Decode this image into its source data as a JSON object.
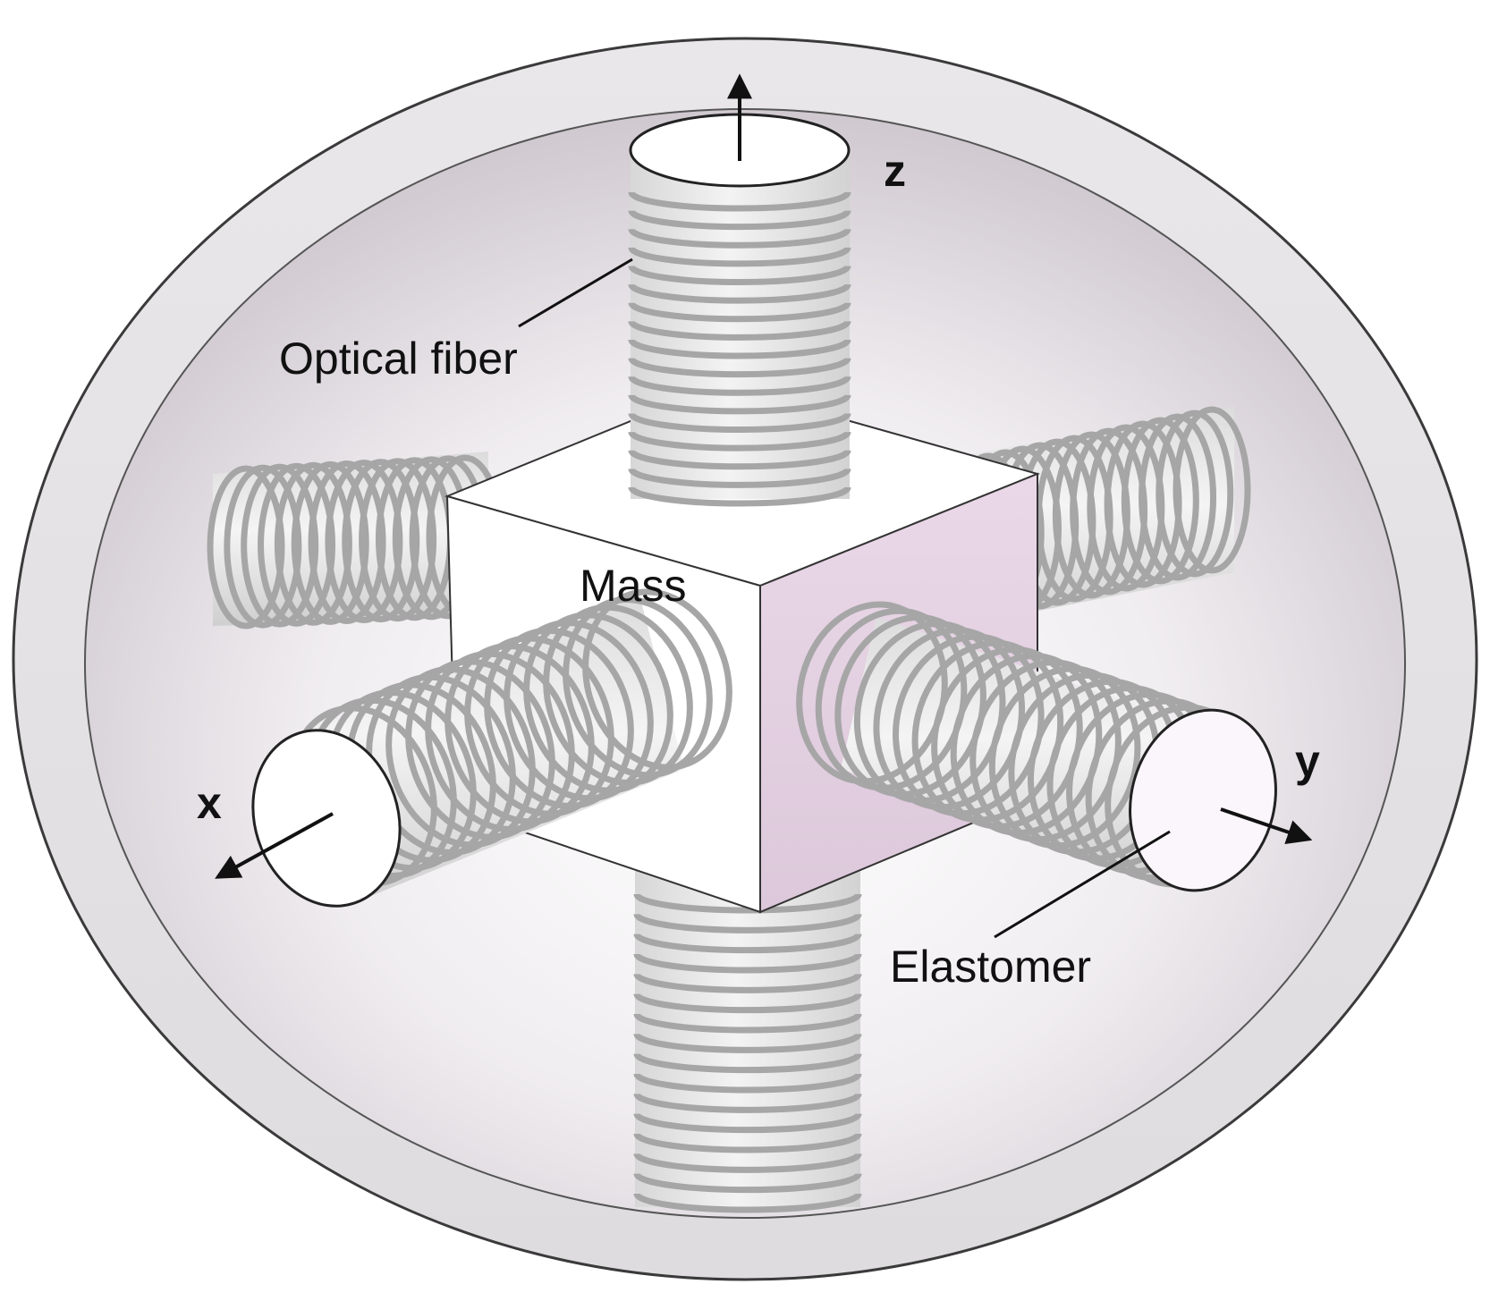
{
  "labels": {
    "optical_fiber": "Optical fiber",
    "mass": "Mass",
    "elastomer": "Elastomer",
    "axis_x": "x",
    "axis_y": "y",
    "axis_z": "z"
  },
  "colors": {
    "housing_outer": "#e2e0e2",
    "housing_inner": "#d2ccd2",
    "coil": "#a8a8a8",
    "cylinder_cap": "#ffffff",
    "cube_front": "#ffffff",
    "cube_side": "#e1cfe0",
    "cube_top": "#ffffff",
    "lines": "#111111"
  }
}
